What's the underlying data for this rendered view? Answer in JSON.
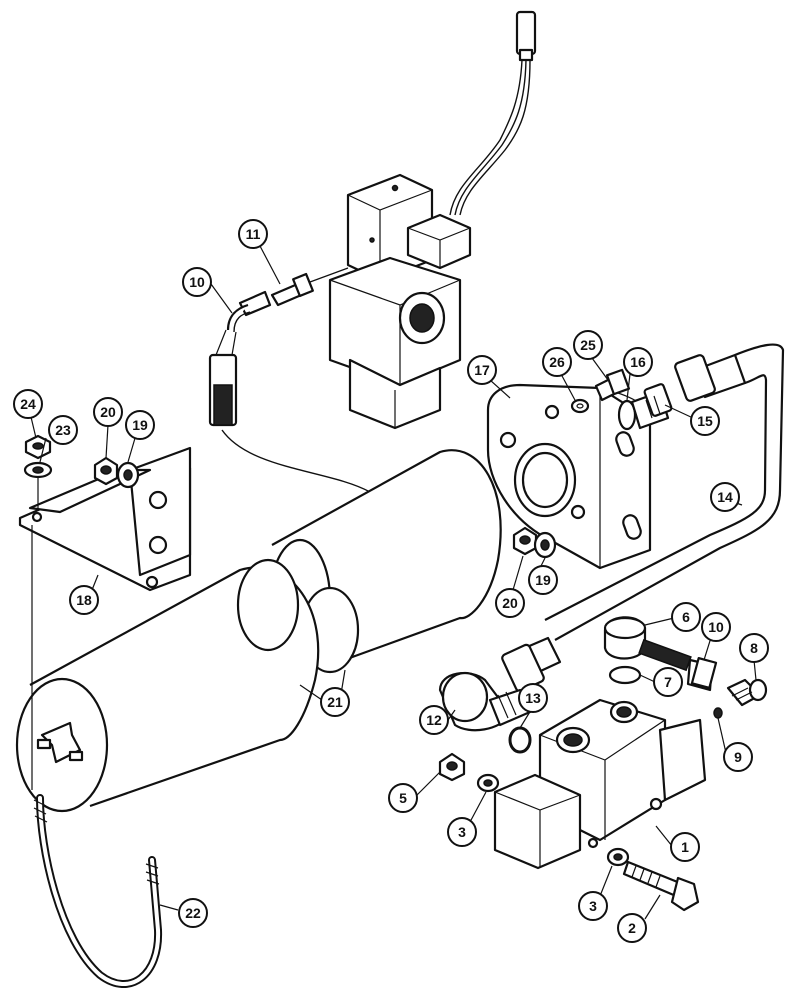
{
  "diagram": {
    "type": "exploded-parts-diagram",
    "callouts": [
      {
        "id": "c10a",
        "label": "10"
      },
      {
        "id": "c11",
        "label": "11"
      },
      {
        "id": "c24",
        "label": "24"
      },
      {
        "id": "c20a",
        "label": "20"
      },
      {
        "id": "c19a",
        "label": "19"
      },
      {
        "id": "c23",
        "label": "23"
      },
      {
        "id": "c18",
        "label": "18"
      },
      {
        "id": "c17",
        "label": "17"
      },
      {
        "id": "c26",
        "label": "26"
      },
      {
        "id": "c25",
        "label": "25"
      },
      {
        "id": "c16",
        "label": "16"
      },
      {
        "id": "c15",
        "label": "15"
      },
      {
        "id": "c14",
        "label": "14"
      },
      {
        "id": "c20b",
        "label": "20"
      },
      {
        "id": "c19b",
        "label": "19"
      },
      {
        "id": "c21",
        "label": "21"
      },
      {
        "id": "c6",
        "label": "6"
      },
      {
        "id": "c10b",
        "label": "10"
      },
      {
        "id": "c8",
        "label": "8"
      },
      {
        "id": "c7",
        "label": "7"
      },
      {
        "id": "c12",
        "label": "12"
      },
      {
        "id": "c13",
        "label": "13"
      },
      {
        "id": "c9",
        "label": "9"
      },
      {
        "id": "c5",
        "label": "5"
      },
      {
        "id": "c3a",
        "label": "3"
      },
      {
        "id": "c1",
        "label": "1"
      },
      {
        "id": "c3b",
        "label": "3"
      },
      {
        "id": "c2",
        "label": "2"
      },
      {
        "id": "c22",
        "label": "22"
      }
    ]
  }
}
